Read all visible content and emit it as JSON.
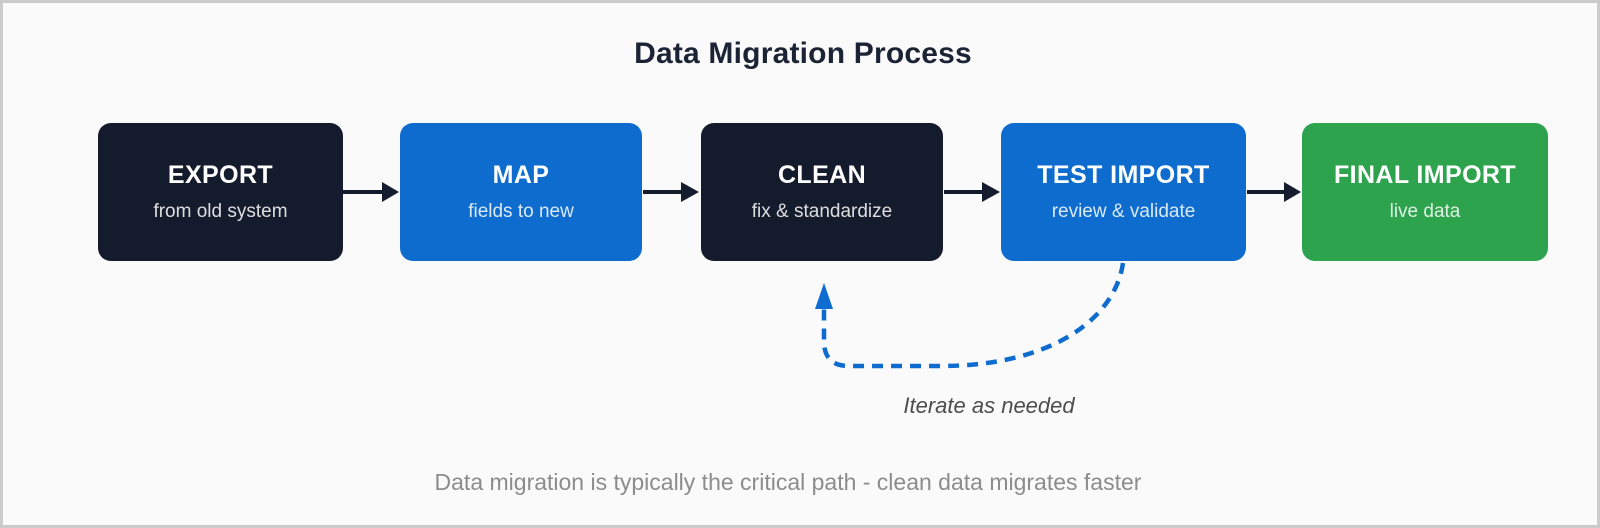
{
  "title": "Data Migration Process",
  "steps": [
    {
      "label": "EXPORT",
      "sublabel": "from old system",
      "color": "#141b2c"
    },
    {
      "label": "MAP",
      "sublabel": "fields to new",
      "color": "#0d6cce"
    },
    {
      "label": "CLEAN",
      "sublabel": "fix & standardize",
      "color": "#141b2c"
    },
    {
      "label": "TEST IMPORT",
      "sublabel": "review & validate",
      "color": "#0d6cce"
    },
    {
      "label": "FINAL IMPORT",
      "sublabel": "live data",
      "color": "#2ca34c"
    }
  ],
  "loop_label": "Iterate as needed",
  "caption": "Data migration is typically the critical path - clean data migrates faster",
  "colors": {
    "background": "#fafafa",
    "border": "#cbcbcb",
    "dark_box": "#141b2c",
    "blue_box": "#0d6cce",
    "green_box": "#2ca34c",
    "flow_arrow": "#151c2e",
    "loop_arrow": "#0d6cce",
    "title_text": "#1b2335",
    "loop_label_text": "#4d4d4d",
    "caption_text": "#8c8c8c"
  }
}
